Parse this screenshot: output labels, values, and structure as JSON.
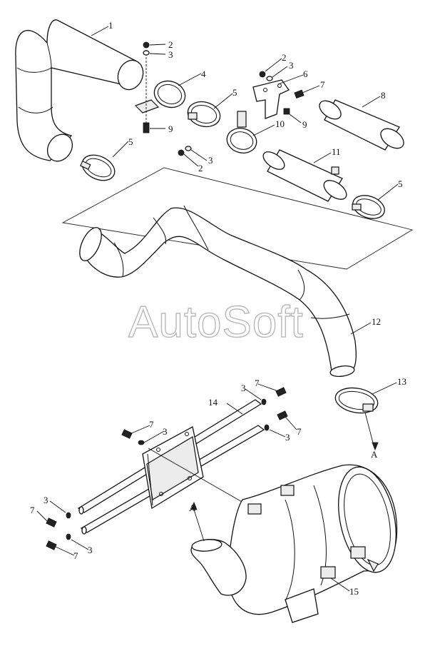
{
  "watermark": "AutoSoft",
  "callouts": [
    {
      "id": "c1",
      "text": "1"
    },
    {
      "id": "c2a",
      "text": "2"
    },
    {
      "id": "c3a",
      "text": "3"
    },
    {
      "id": "c4",
      "text": "4"
    },
    {
      "id": "c5a",
      "text": "5"
    },
    {
      "id": "c9a",
      "text": "9"
    },
    {
      "id": "c5b",
      "text": "5"
    },
    {
      "id": "c2b",
      "text": "2"
    },
    {
      "id": "c3b",
      "text": "3"
    },
    {
      "id": "c6",
      "text": "6"
    },
    {
      "id": "c7a",
      "text": "7"
    },
    {
      "id": "c8",
      "text": "8"
    },
    {
      "id": "c10",
      "text": "10"
    },
    {
      "id": "c9b",
      "text": "9"
    },
    {
      "id": "c3c",
      "text": "3"
    },
    {
      "id": "c2c",
      "text": "2"
    },
    {
      "id": "c11",
      "text": "11"
    },
    {
      "id": "c5c",
      "text": "5"
    },
    {
      "id": "c12",
      "text": "12"
    },
    {
      "id": "c13",
      "text": "13"
    },
    {
      "id": "cA1",
      "text": "A"
    },
    {
      "id": "c14",
      "text": "14"
    },
    {
      "id": "c3d",
      "text": "3"
    },
    {
      "id": "c7b",
      "text": "7"
    },
    {
      "id": "c3e",
      "text": "3"
    },
    {
      "id": "c7c",
      "text": "7"
    },
    {
      "id": "c7d",
      "text": "7"
    },
    {
      "id": "c3f",
      "text": "3"
    },
    {
      "id": "c3g",
      "text": "3"
    },
    {
      "id": "c7e",
      "text": "7"
    },
    {
      "id": "c3h",
      "text": "3"
    },
    {
      "id": "c7f",
      "text": "7"
    },
    {
      "id": "cA2",
      "text": "A"
    },
    {
      "id": "c15",
      "text": "15"
    }
  ]
}
